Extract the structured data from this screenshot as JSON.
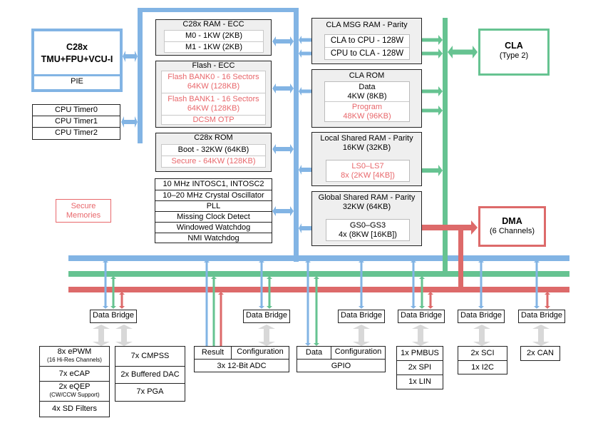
{
  "colors": {
    "c28x_bus": "#82b4e4",
    "cla_bus": "#66c391",
    "dma_bus": "#dd6a6a",
    "secure_text": "#e8676b",
    "bridge_arrow": "#d8d8d8"
  },
  "cpu": {
    "title": "C28x",
    "subtitle": "TMU+FPU+VCU-I",
    "pie": "PIE"
  },
  "timers": [
    "CPU Timer0",
    "CPU Timer1",
    "CPU Timer2"
  ],
  "c28x_ram": {
    "title": "C28x RAM - ECC",
    "rows": [
      "M0 - 1KW (2KB)",
      "M1 - 1KW (2KB)"
    ]
  },
  "flash": {
    "title": "Flash - ECC",
    "bank0": [
      "Flash BANK0 - 16 Sectors",
      "64KW (128KB)"
    ],
    "bank1": [
      "Flash BANK1 - 16 Sectors",
      "64KW (128KB)"
    ],
    "otp": "DCSM OTP"
  },
  "c28x_rom": {
    "title": "C28x ROM",
    "boot": "Boot - 32KW (64KB)",
    "secure": "Secure - 64KW (128KB)"
  },
  "clocks": [
    "10 MHz INTOSC1, INTOSC2",
    "10–20 MHz Crystal Oscillator",
    "PLL",
    "Missing Clock Detect",
    "Windowed Watchdog",
    "NMI Watchdog"
  ],
  "legend": {
    "secure": [
      "Secure",
      "Memories"
    ]
  },
  "cla_msg": {
    "title": "CLA MSG RAM - Parity",
    "rows": [
      "CLA to CPU - 128W",
      "CPU to CLA - 128W"
    ]
  },
  "cla_rom": {
    "title": "CLA ROM",
    "data": [
      "Data",
      "4KW (8KB)"
    ],
    "program": [
      "Program",
      "48KW (96KB)"
    ]
  },
  "ls_ram": {
    "title": [
      "Local Shared RAM - Parity",
      "16KW (32KB)"
    ],
    "inner": [
      "LS0–LS7",
      "8x (2KW [4KB])"
    ]
  },
  "gs_ram": {
    "title": [
      "Global Shared RAM - Parity",
      "32KW (64KB)"
    ],
    "inner": [
      "GS0–GS3",
      "4x (8KW [16KB])"
    ]
  },
  "cla": {
    "title": "CLA",
    "subtitle": "(Type 2)"
  },
  "dma": {
    "title": "DMA",
    "subtitle": "(6 Channels)"
  },
  "bridge_label": "Data Bridge",
  "pwm_group": [
    {
      "main": "8x ePWM",
      "sub": "(16 Hi-Res Channels)"
    },
    {
      "main": "7x eCAP"
    },
    {
      "main": "2x eQEP",
      "sub": "(CW/CCW Support)"
    },
    {
      "main": "4x SD Filters"
    }
  ],
  "analog_group": [
    "7x CMPSS",
    "2x Buffered DAC",
    "7x PGA"
  ],
  "adc": {
    "result": "Result",
    "config": "Configuration",
    "name": "3x 12-Bit ADC"
  },
  "gpio": {
    "data": "Data",
    "config": "Configuration",
    "name": "GPIO"
  },
  "comm1": [
    "1x PMBUS",
    "2x SPI",
    "1x LIN"
  ],
  "comm2": [
    "2x SCI",
    "1x I2C"
  ],
  "comm3": [
    "2x CAN"
  ]
}
